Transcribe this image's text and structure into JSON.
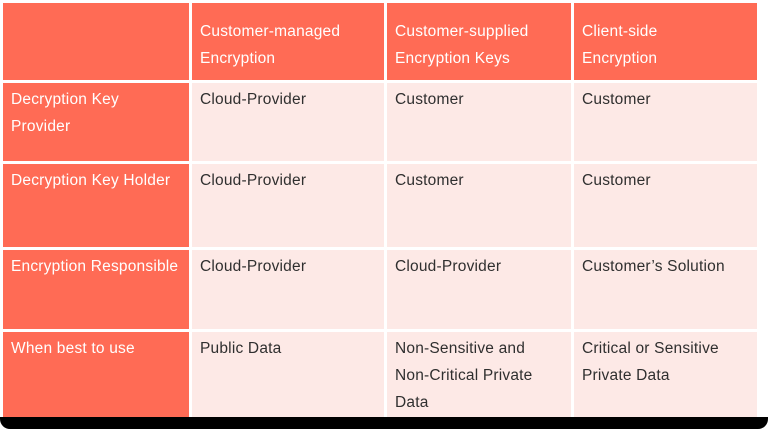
{
  "table": {
    "columns": [
      {
        "label": ""
      },
      {
        "label": "Customer-managed\nEncryption"
      },
      {
        "label": "Customer-supplied\nEncryption Keys"
      },
      {
        "label": "Client-side\nEncryption"
      }
    ],
    "rows": [
      {
        "header": "Decryption Key\nProvider",
        "cells": [
          "Cloud-Provider",
          "Customer",
          "Customer"
        ]
      },
      {
        "header": "Decryption Key Holder",
        "cells": [
          "Cloud-Provider",
          "Customer",
          "Customer"
        ]
      },
      {
        "header": "Encryption Responsible",
        "cells": [
          "Cloud-Provider",
          "Cloud-Provider",
          "Customer’s Solution"
        ]
      },
      {
        "header": "When best to use",
        "cells": [
          "Public Data",
          "Non-Sensitive and\nNon-Critical Private\nData",
          "Critical or Sensitive\nPrivate Data"
        ]
      }
    ]
  },
  "colors": {
    "accent": "#FF6B55",
    "cell_bg": "#FDE9E6",
    "header_text": "#FFFFFF",
    "cell_text": "#2F2F2F",
    "bottom_bar": "#000000",
    "background": "#FFFFFF"
  }
}
